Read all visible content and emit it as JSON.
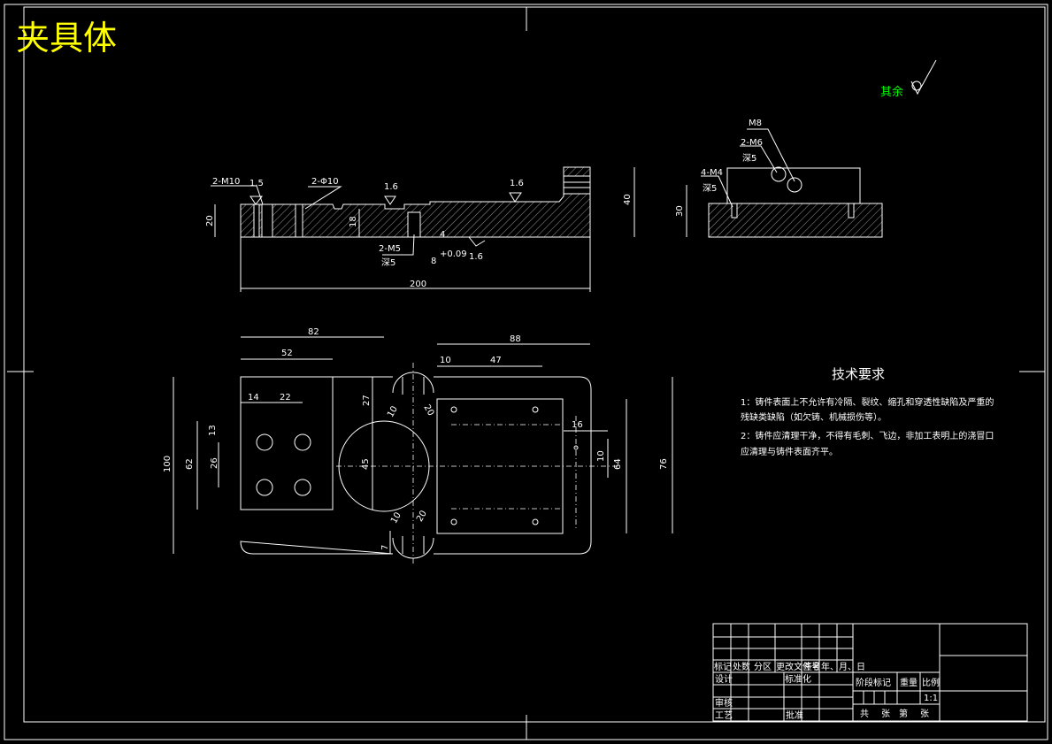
{
  "drawing_title": "夹具体",
  "surface_note": {
    "label": "其余"
  },
  "front_view": {
    "labels": {
      "m10": "2-M10",
      "phi10": "2-Φ10",
      "ra_a": "1.5",
      "ra_b": "1.6",
      "ra_c": "1.6",
      "ra_d": "1.6",
      "dim_20": "20",
      "dim_18": "18",
      "dim_40": "40",
      "dim_200": "200",
      "m5": "2-M5",
      "deep5": "深5",
      "dim_4": "4",
      "tol": "+0.09",
      "dim_8": "8"
    }
  },
  "side_view": {
    "labels": {
      "m8": "M8",
      "m6": "2-M6",
      "deep5a": "深5",
      "m4": "4-M4",
      "deep5b": "深5",
      "dim_30": "30"
    }
  },
  "plan_view": {
    "labels": {
      "d82": "82",
      "d52": "52",
      "d88": "88",
      "d10": "10",
      "d47": "47",
      "d14": "14",
      "d22": "22",
      "d27": "27",
      "d13": "13",
      "d26": "26",
      "d100": "100",
      "d62": "62",
      "d45": "45",
      "d16": "16",
      "d10b": "10",
      "d64": "64",
      "d76": "76",
      "d7": "7",
      "r10a": "10",
      "r20a": "20",
      "r10b": "10",
      "r20b": "20"
    }
  },
  "technical_requirements": {
    "title": "技术要求",
    "lines": [
      "1：铸件表面上不允许有冷隔、裂纹、缩孔和穿透性缺陷及严重的",
      "残缺类缺陷（如欠铸、机械损伤等）。",
      "2：铸件应清理干净，不得有毛刺、飞边，非加工表明上的浇冒口",
      "应清理与铸件表面齐平。"
    ]
  },
  "title_block": {
    "row_labels": [
      "标记",
      "处数",
      "分区",
      "更改文件号",
      "签名",
      "年、月、日"
    ],
    "design": "设计",
    "standardize": "标准化",
    "review": "审核",
    "process": "工艺",
    "approve": "批准",
    "stage_mark": "阶段标记",
    "weight": "重量",
    "scale_label": "比例",
    "scale": "1:1",
    "sheet_total": "共",
    "sheet_total_unit": "张",
    "sheet_no": "第",
    "sheet_no_unit": "张"
  }
}
